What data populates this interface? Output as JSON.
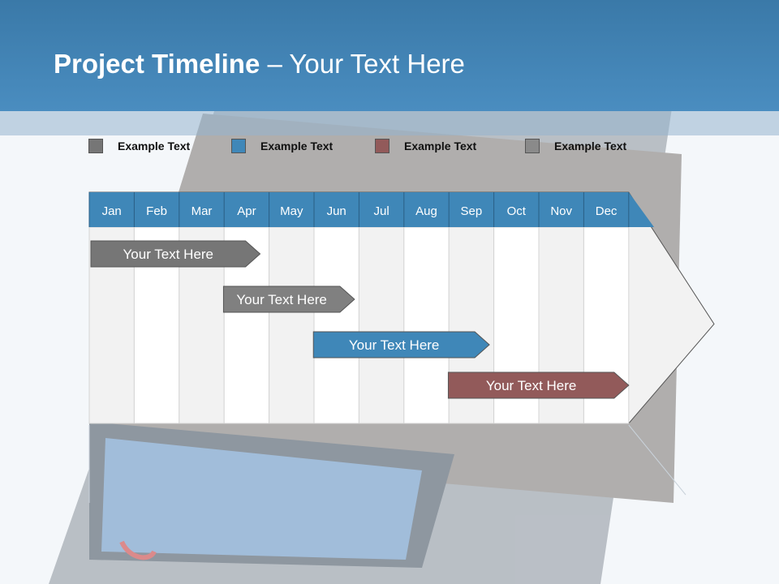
{
  "slide": {
    "title_bold": "Project Timeline",
    "title_rest": " – Your Text Here"
  },
  "legend": [
    {
      "label": "Example Text",
      "color": "#767676"
    },
    {
      "label": "Example Text",
      "color": "#3f87b8"
    },
    {
      "label": "Example Text",
      "color": "#925a5a"
    },
    {
      "label": "Example Text",
      "color": "#8a8a8a"
    }
  ],
  "timeline": {
    "months": [
      "Jan",
      "Feb",
      "Mar",
      "Apr",
      "May",
      "Jun",
      "Jul",
      "Aug",
      "Sep",
      "Oct",
      "Nov",
      "Dec"
    ],
    "header_color": "#3f87b8",
    "tasks": [
      {
        "label": "Your  Text Here",
        "start_month": 0,
        "end_month": 3.8,
        "color": "#767676"
      },
      {
        "label": "Your  Text Here",
        "start_month": 2.95,
        "end_month": 5.9,
        "color": "#808080"
      },
      {
        "label": "Your  Text Here",
        "start_month": 4.95,
        "end_month": 8.9,
        "color": "#3f87b8"
      },
      {
        "label": "Your  Text Here",
        "start_month": 7.95,
        "end_month": 12.0,
        "color": "#925a5a"
      }
    ]
  }
}
